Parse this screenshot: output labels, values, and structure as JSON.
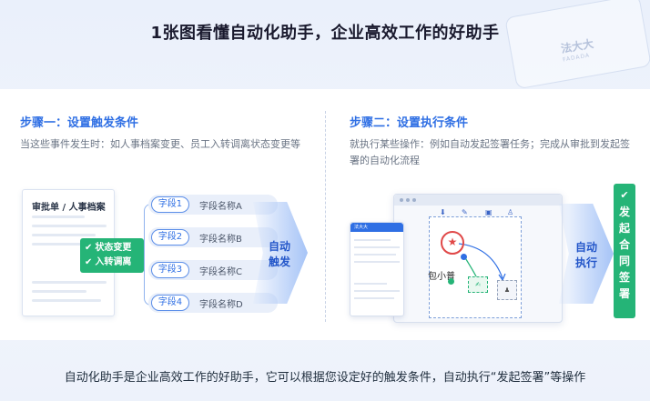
{
  "title": "1张图看懂自动化助手，企业高效工作的好助手",
  "brand": {
    "name": "法大大",
    "sub": "FADADA"
  },
  "step1": {
    "title": "步骤一：设置触发条件",
    "desc": "当这些事件发生时：如人事档案变更、员工入转调离状态变更等",
    "doc_title": "审批单 / 人事档案",
    "tags": [
      "状态变更",
      "入转调离"
    ],
    "tag_check": "✔",
    "fields": [
      {
        "pill": "字段1",
        "label": "字段名称A"
      },
      {
        "pill": "字段2",
        "label": "字段名称B"
      },
      {
        "pill": "字段3",
        "label": "字段名称C"
      },
      {
        "pill": "字段4",
        "label": "字段名称D"
      }
    ],
    "arrow_label": "自动\n触发"
  },
  "step2": {
    "title": "步骤二：设置执行条件",
    "desc": "就执行某些操作：例如自动发起签署任务；完成从审批到发起签署的自动化流程",
    "side_doc_title": "法大大",
    "seal_glyph": "★",
    "sign_text": "包小普",
    "green_box_glyph": "✍",
    "grey_box_glyph": "♟",
    "arrow_label": "自动\n执行",
    "result_check": "✔",
    "result_text": "发起合同签署"
  },
  "colors": {
    "accent": "#2f6fe4",
    "success": "#25b477",
    "seal": "#e04848"
  },
  "footer": "自动化助手是企业高效工作的好助手，它可以根据您设定好的触发条件，自动执行“发起签署”等操作"
}
